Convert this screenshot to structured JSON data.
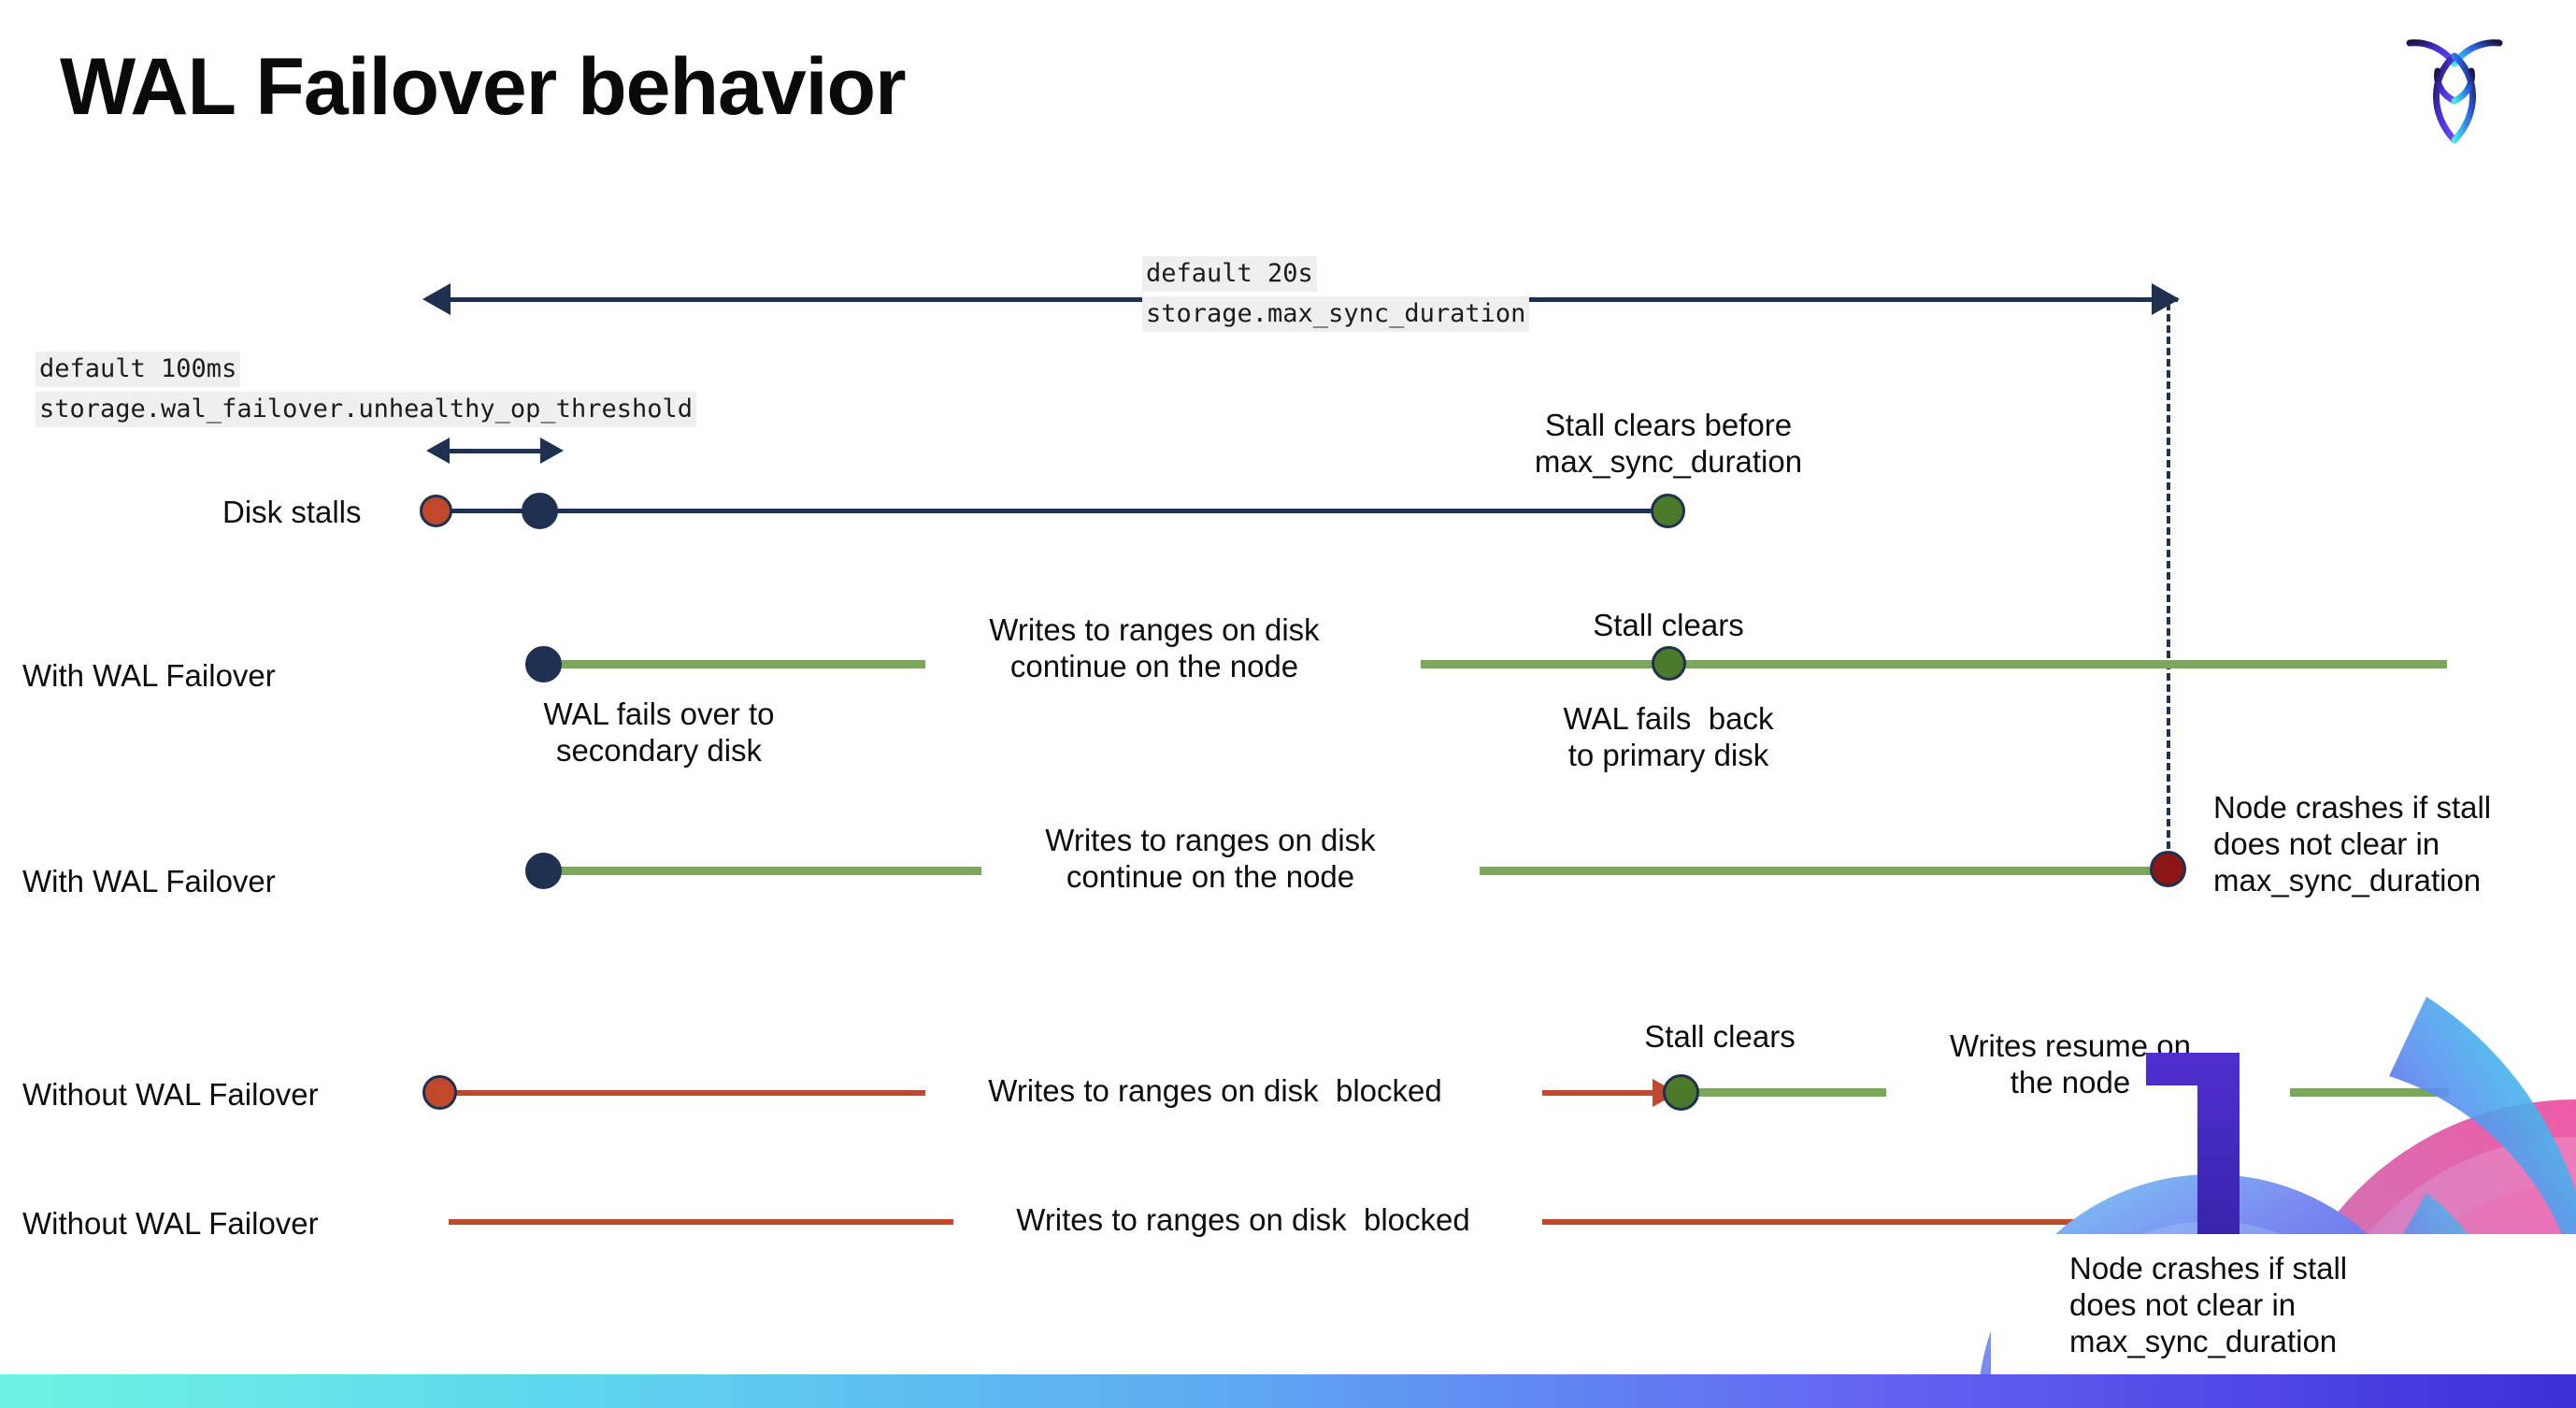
{
  "slide": {
    "title": "WAL Failover behavior",
    "logo_name": "cockroachdb-logo"
  },
  "settings": {
    "max_sync": {
      "default_label": "default 20s",
      "setting_name": "storage.max_sync_duration"
    },
    "unhealthy_threshold": {
      "default_label": "default 100ms",
      "setting_name": "storage.wal_failover.unhealthy_op_threshold"
    }
  },
  "rows": [
    {
      "id": "disk-stalls",
      "label": "Disk stalls",
      "annotation": "Stall clears before\nmax_sync_duration"
    },
    {
      "id": "with-wal-failover-clears",
      "label": "With WAL Failover",
      "start_note": "WAL fails over to\nsecondary disk",
      "middle_note": "Writes to ranges on disk\ncontinue on the node",
      "clear_note": "Stall clears",
      "end_note": "WAL fails  back\nto primary disk"
    },
    {
      "id": "with-wal-failover-crash",
      "label": "With WAL Failover",
      "middle_note": "Writes to ranges on disk\ncontinue on the node",
      "crash_note": "Node crashes if stall\ndoes not clear in\nmax_sync_duration"
    },
    {
      "id": "without-wal-failover-clears",
      "label": "Without WAL Failover",
      "blocked_note": "Writes to ranges on disk  blocked",
      "clear_note": "Stall clears",
      "resume_note": "Writes resume on\nthe node"
    },
    {
      "id": "without-wal-failover-crash",
      "label": "Without WAL Failover",
      "blocked_note": "Writes to ranges on disk  blocked",
      "crash_note": "Node crashes if stall\ndoes not clear in\nmax_sync_duration"
    }
  ],
  "colors": {
    "navy": "#1f3050",
    "orange": "#c0492c",
    "green_line": "#7ba75b",
    "green_dot": "#4b7a2a",
    "red_line": "#c0482c",
    "dark_red_dot": "#8e1515",
    "code_bg": "#efefef",
    "bottom_bar_from": "#6ff2e3",
    "bottom_bar_to": "#3b2fd6"
  }
}
